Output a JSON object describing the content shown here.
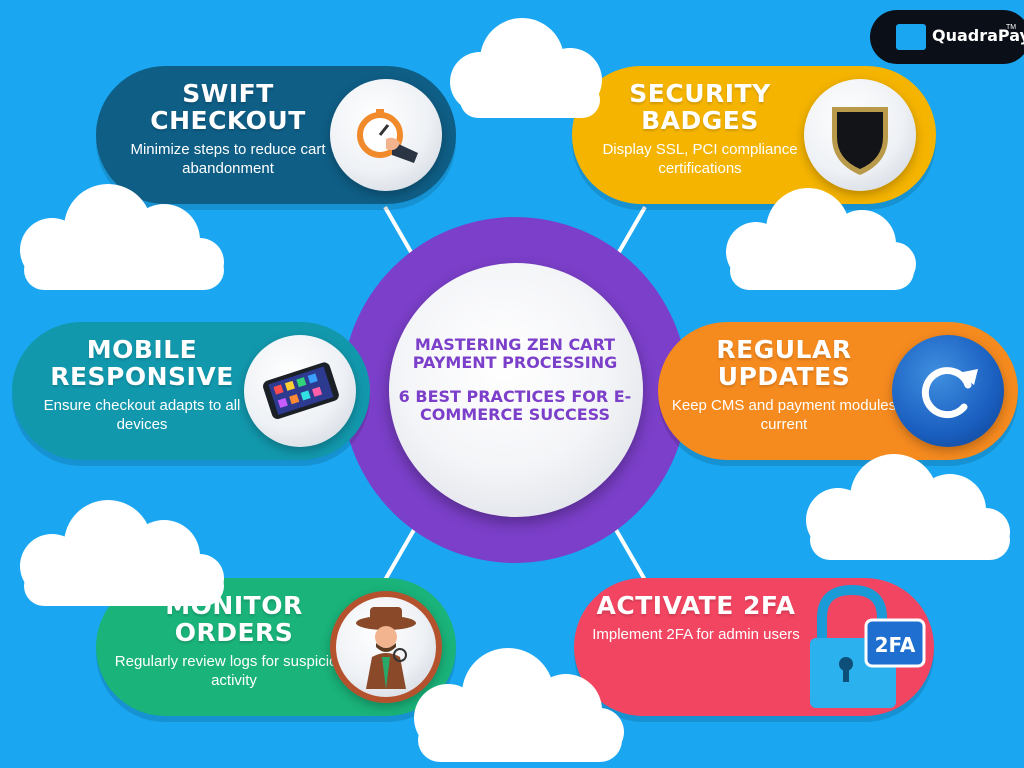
{
  "center": {
    "title": "MASTERING ZEN CART PAYMENT PROCESSING",
    "subtitle": "6 BEST PRACTICES FOR E-COMMERCE SUCCESS"
  },
  "brand": {
    "name": "QuadraPay",
    "tm": "TM"
  },
  "practices": [
    {
      "title": "SWIFT CHECKOUT",
      "desc": "Minimize steps to reduce cart abandonment",
      "color": "#0f5e86",
      "icon": "stopwatch-icon"
    },
    {
      "title": "SECURITY BADGES",
      "desc": "Display SSL, PCI compliance certifications",
      "color": "#f5b400",
      "icon": "shield-icon"
    },
    {
      "title": "MOBILE RESPONSIVE",
      "desc": "Ensure checkout adapts to all devices",
      "color": "#1298ad",
      "icon": "smartphone-icon"
    },
    {
      "title": "REGULAR UPDATES",
      "desc": "Keep CMS and payment modules current",
      "color": "#f58a1f",
      "icon": "refresh-icon"
    },
    {
      "title": "MONITOR ORDERS",
      "desc": "Regularly review logs for suspicious activity",
      "color": "#1ab37a",
      "icon": "detective-icon"
    },
    {
      "title": "ACTIVATE 2FA",
      "desc": "Implement 2FA for admin users",
      "color": "#f24561",
      "icon": "padlock-2fa-icon",
      "badge_text": "2FA"
    }
  ]
}
